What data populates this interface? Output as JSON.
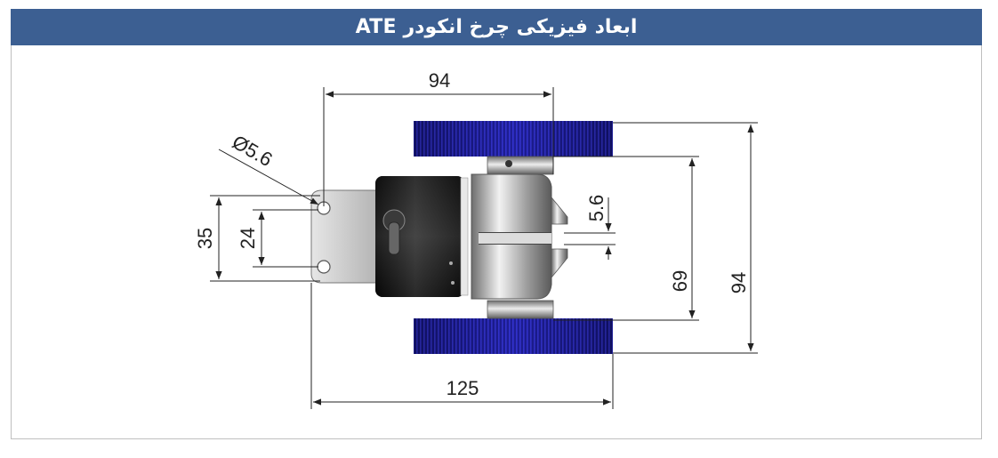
{
  "header": {
    "title": "ابعاد فیزیکی چرخ انکودر ATE"
  },
  "dimensions": {
    "top_width": "94",
    "hole_diameter": "Ø5.6",
    "left_outer": "35",
    "left_inner": "24",
    "shaft_gap": "5.6",
    "inner_height": "69",
    "outer_height": "94",
    "bottom_width": "125"
  },
  "colors": {
    "header_bg": "#3c5f92",
    "wheel_tread": "#1a1a8a",
    "encoder_body": "#0d0d0d",
    "bracket": "#c8c8c8"
  }
}
